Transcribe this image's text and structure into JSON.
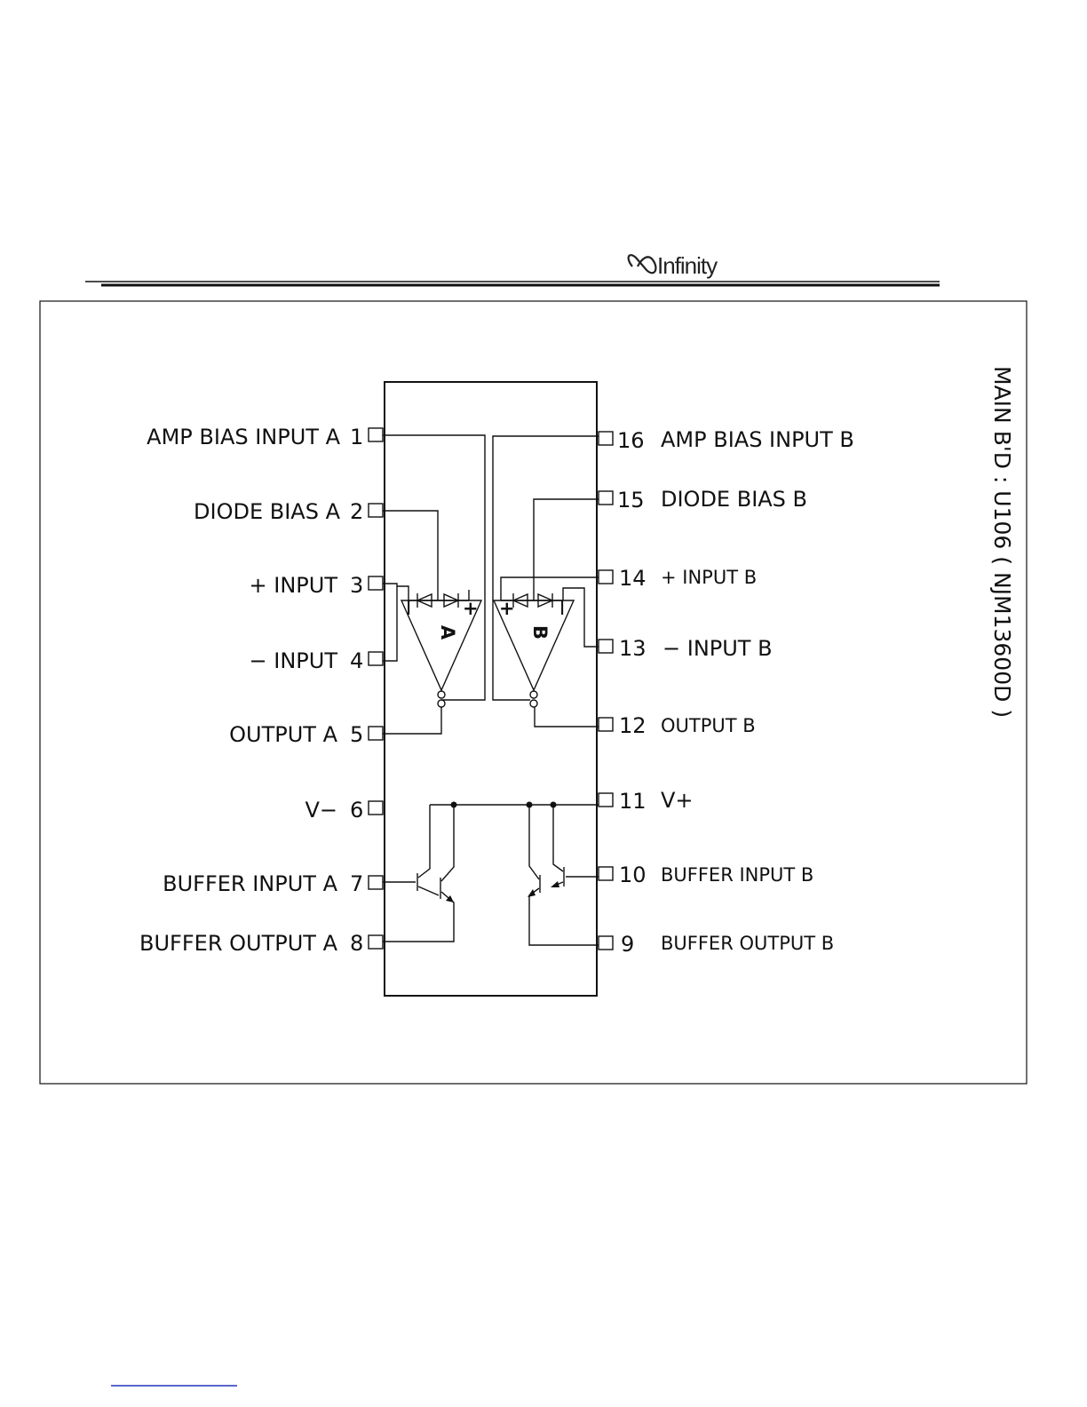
{
  "header": {
    "logo_text": "Infinity",
    "logo_icon": "infinity-logo-icon"
  },
  "side_title": "MAIN B'D : U106  ( NJM13600D )",
  "chip": {
    "amp_a_label": "A",
    "amp_b_label": "B",
    "plus_sign": "+",
    "minus_sign": "I"
  },
  "pins_left": [
    {
      "num": "1",
      "label": "AMP BIAS INPUT A"
    },
    {
      "num": "2",
      "label": "DIODE BIAS A"
    },
    {
      "num": "3",
      "label": "+ INPUT"
    },
    {
      "num": "4",
      "label": "− INPUT"
    },
    {
      "num": "5",
      "label": "OUTPUT A"
    },
    {
      "num": "6",
      "label": "V−"
    },
    {
      "num": "7",
      "label": "BUFFER INPUT A"
    },
    {
      "num": "8",
      "label": "BUFFER OUTPUT A"
    }
  ],
  "pins_right": [
    {
      "num": "16",
      "label": "AMP BIAS INPUT B"
    },
    {
      "num": "15",
      "label": "DIODE BIAS B"
    },
    {
      "num": "14",
      "label": "+ INPUT B"
    },
    {
      "num": "13",
      "label": "− INPUT B"
    },
    {
      "num": "12",
      "label": "OUTPUT B"
    },
    {
      "num": "11",
      "label": "V+"
    },
    {
      "num": "10",
      "label": "BUFFER INPUT B"
    },
    {
      "num": "9",
      "label": "BUFFER OUTPUT B"
    }
  ]
}
